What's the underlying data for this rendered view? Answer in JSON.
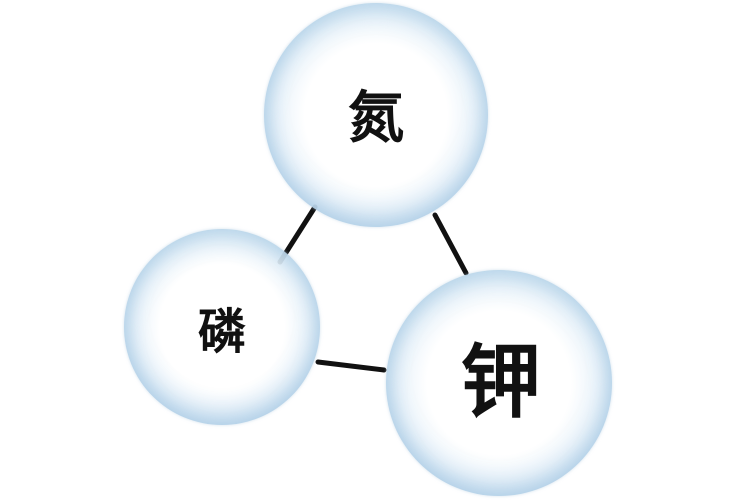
{
  "diagram": {
    "nodes": [
      {
        "id": "nitrogen",
        "label": "氮"
      },
      {
        "id": "phosphorus",
        "label": "磷"
      },
      {
        "id": "potassium",
        "label": "钾"
      }
    ],
    "edges": [
      {
        "from": "nitrogen",
        "to": "phosphorus"
      },
      {
        "from": "nitrogen",
        "to": "potassium"
      },
      {
        "from": "phosphorus",
        "to": "potassium"
      }
    ],
    "colors": {
      "line": "#111111",
      "sphere_edge": "#a9c9e4",
      "text": "#111111"
    }
  }
}
